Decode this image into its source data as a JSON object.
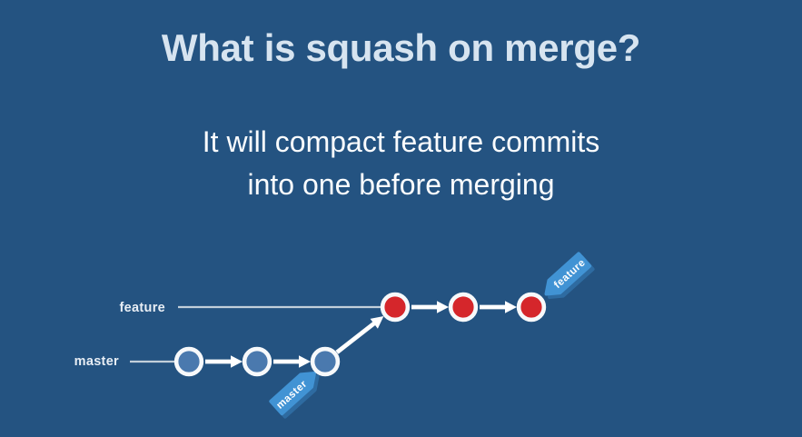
{
  "colors": {
    "background": "#245381",
    "title_text": "#D7E4F0",
    "subtitle_text": "#FAFCFE",
    "branch_label_text": "#E8EEF5",
    "thin_line": "#C2CFDA",
    "arrow_white": "#FFFFFF",
    "commit_blue": "#4A79AE",
    "commit_red": "#D5262B",
    "tag_blue": "#4193D4",
    "tag_shadow": "#2E6BA1"
  },
  "slide": {
    "title": "What is squash on merge?",
    "subtitle_line1": "It will compact feature commits",
    "subtitle_line2": "into one before merging"
  },
  "diagram": {
    "feature_branch": {
      "label": "feature",
      "commit_count": 3,
      "commit_color_name": "red",
      "tag_label": "feature"
    },
    "master_branch": {
      "label": "master",
      "commit_count": 3,
      "commit_color_name": "blue",
      "tag_label": "master"
    }
  }
}
